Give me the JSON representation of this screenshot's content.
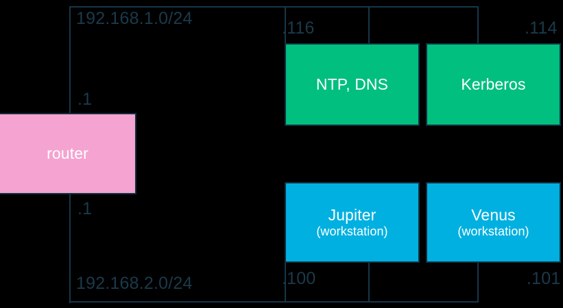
{
  "diagram": {
    "title": "network-topology",
    "background": "#000000",
    "line_color": "#16374a",
    "label_color": "#1b3a4b",
    "subnets": [
      {
        "id": "subnet-top",
        "label": "192.168.1.0/24"
      },
      {
        "id": "subnet-bottom",
        "label": "192.168.2.0/24"
      }
    ],
    "nodes": [
      {
        "id": "router",
        "title": "router",
        "sub": "",
        "color": "#f5a3d0",
        "text_color": "#ffffff"
      },
      {
        "id": "ntp-dns",
        "title": "NTP, DNS",
        "sub": "",
        "color": "#00bf7f",
        "text_color": "#ffffff"
      },
      {
        "id": "kerberos",
        "title": "Kerberos",
        "sub": "",
        "color": "#00bf7f",
        "text_color": "#ffffff"
      },
      {
        "id": "jupiter",
        "title": "Jupiter",
        "sub": "(workstation)",
        "color": "#00b0e0",
        "text_color": "#ffffff"
      },
      {
        "id": "venus",
        "title": "Venus",
        "sub": "(workstation)",
        "color": "#00b0e0",
        "text_color": "#ffffff"
      }
    ],
    "addresses": {
      "router_top": ".1",
      "router_bottom": ".1",
      "ntp_dns": ".116",
      "kerberos": ".114",
      "jupiter": ".100",
      "venus": ".101"
    }
  }
}
